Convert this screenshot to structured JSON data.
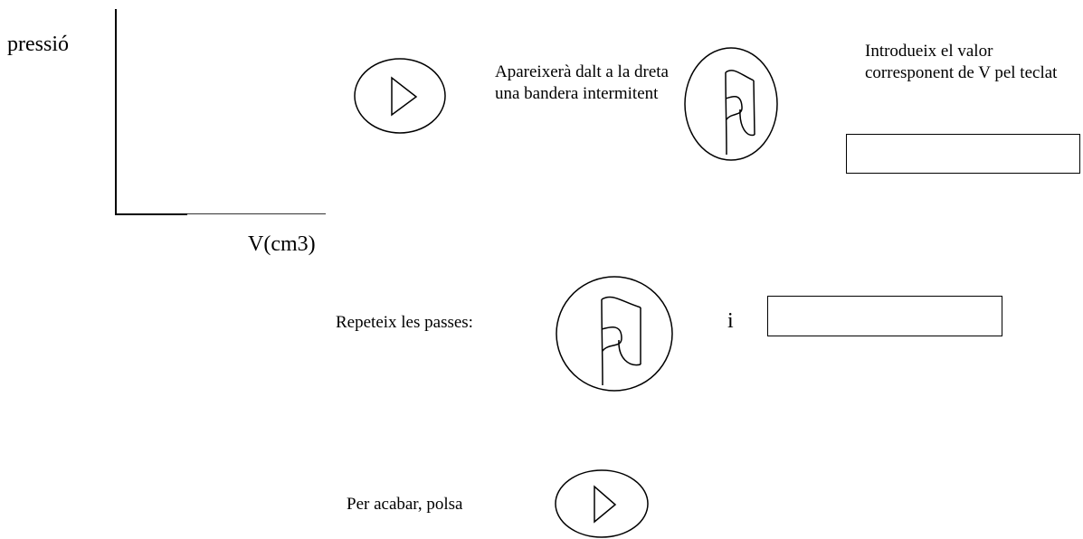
{
  "graph": {
    "y_label": "pressió",
    "x_label": "V(cm3)"
  },
  "steps": {
    "step1_text": "Apareixerà dalt a la dreta una bandera intermitent",
    "step2_text": "Introdueix el valor corresponent de V pel teclat",
    "repeat_text": "Repeteix les passes:",
    "and_text": "i",
    "finish_text": "Per acabar, polsa"
  },
  "icons": {
    "start": "play-icon",
    "flag": "flag-icon",
    "repeat_flag": "flag-icon",
    "finish": "play-icon"
  }
}
